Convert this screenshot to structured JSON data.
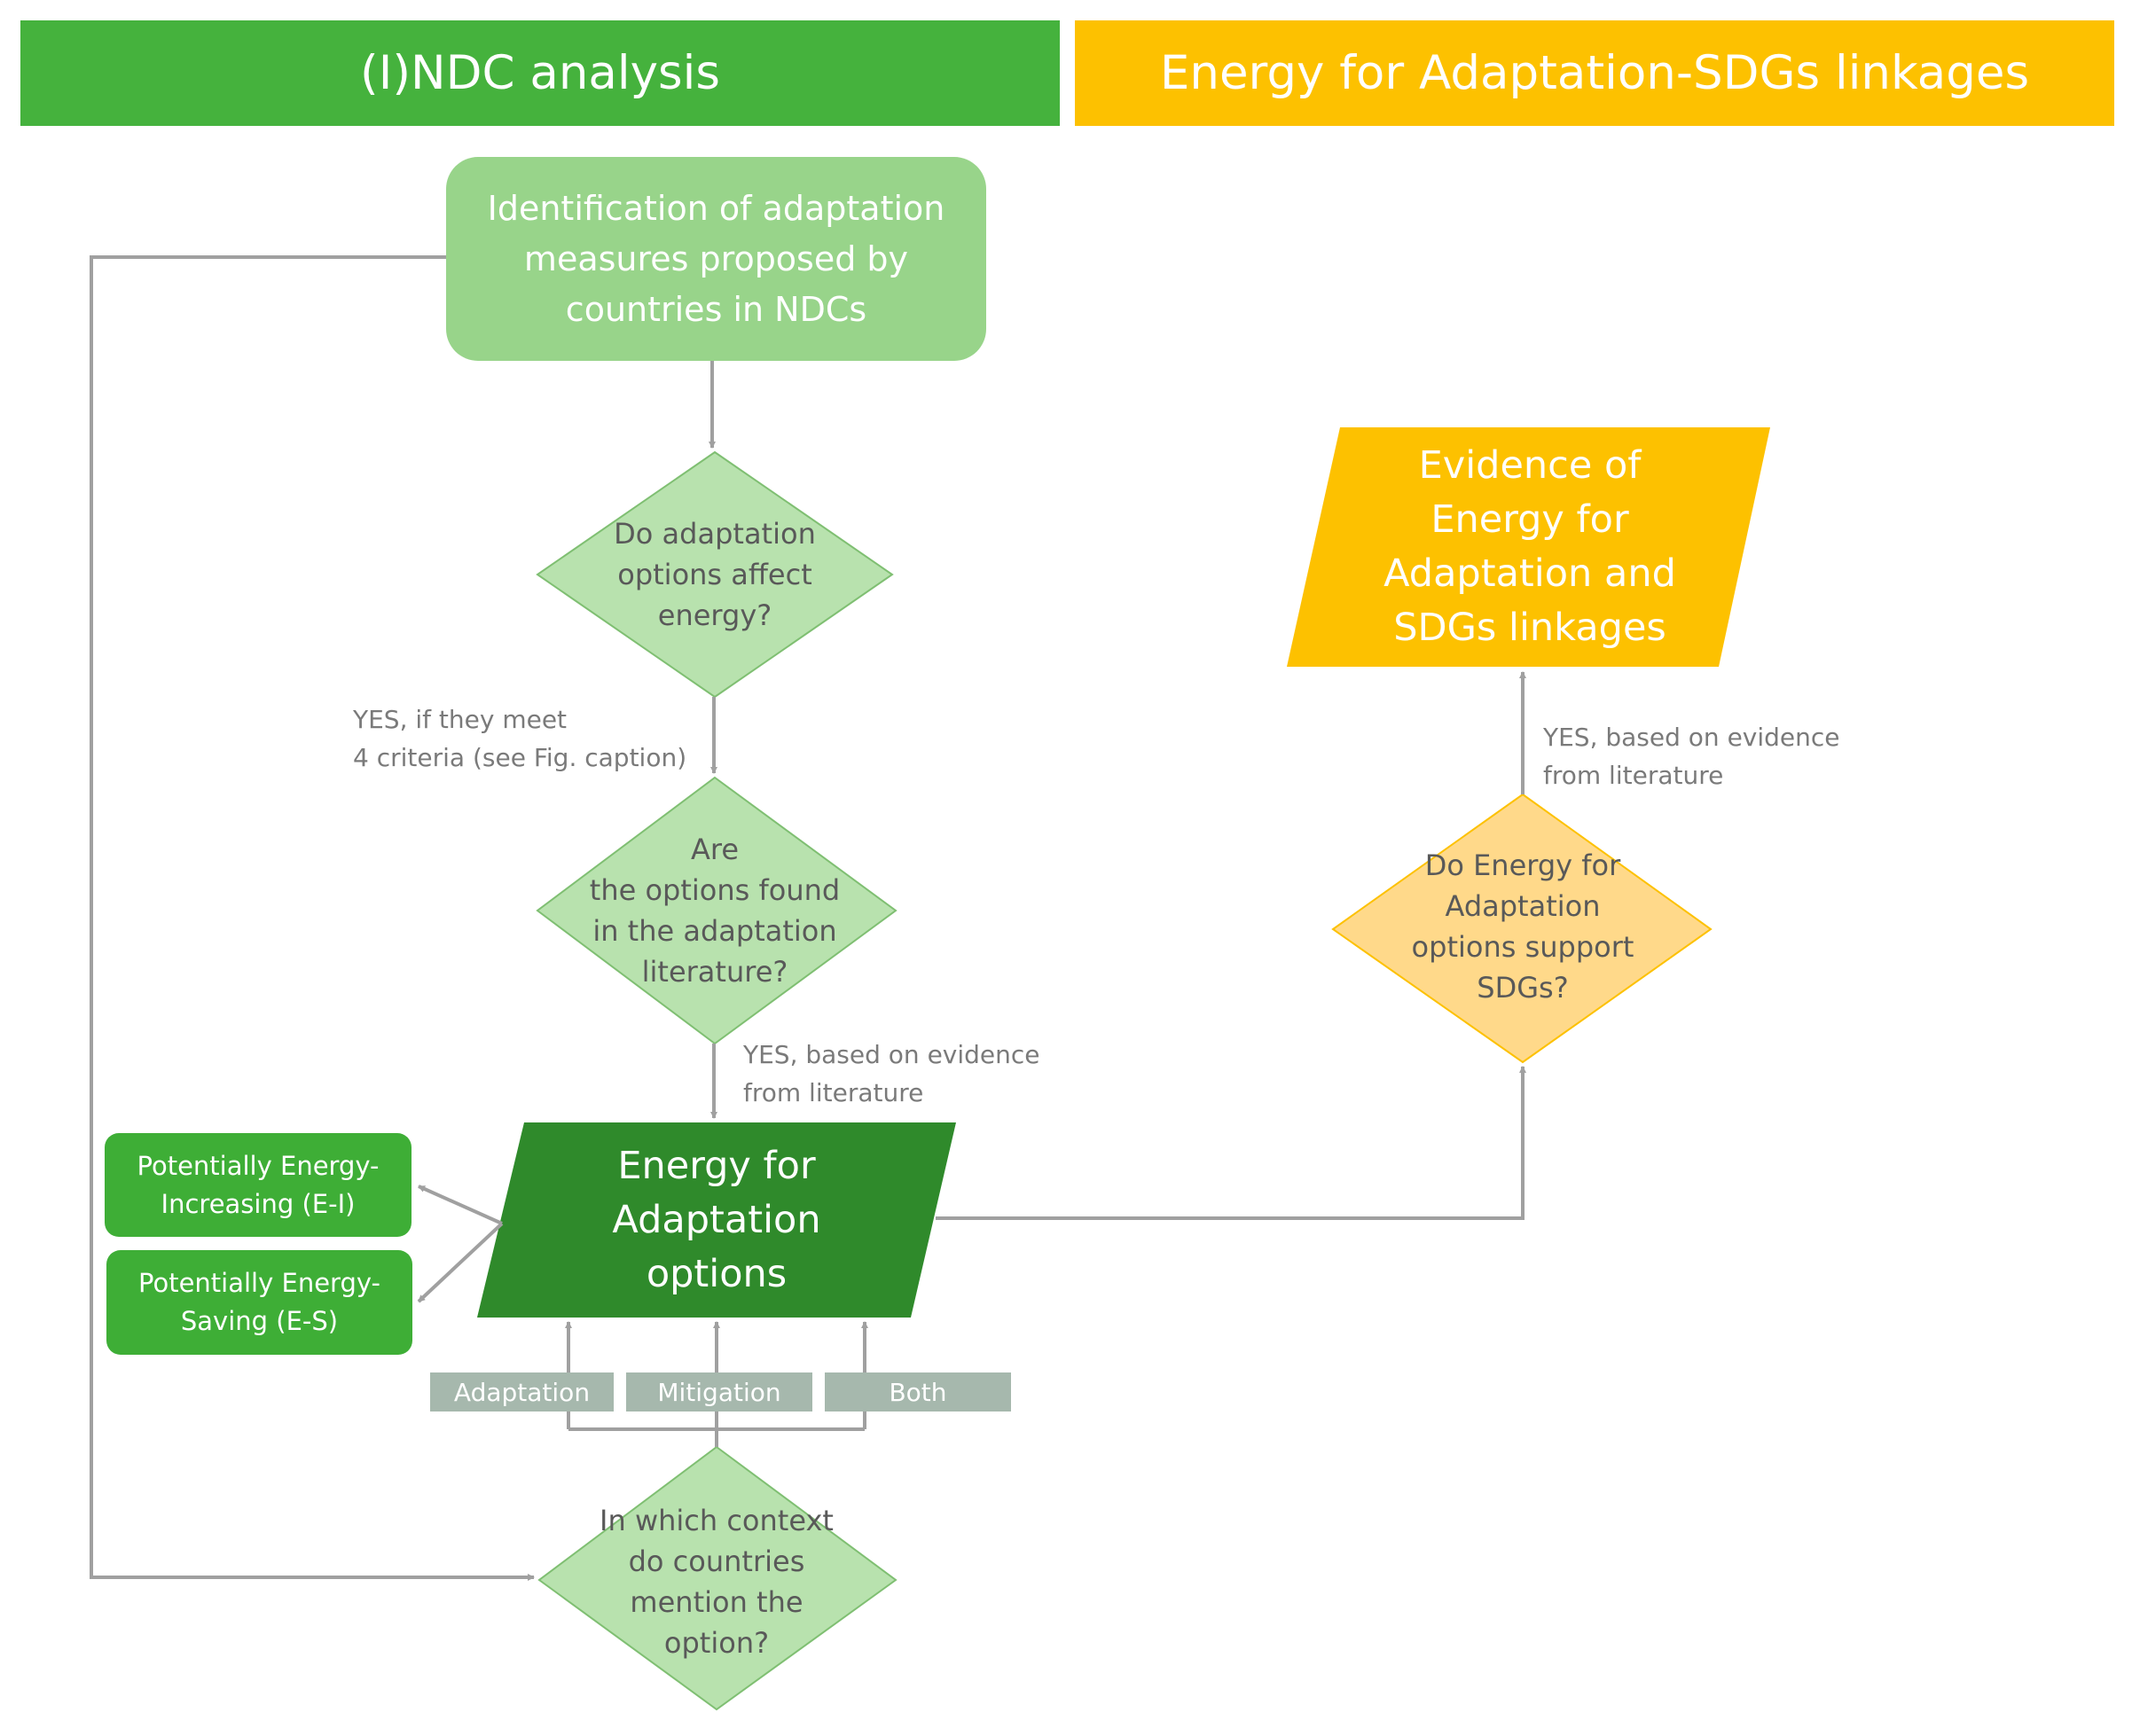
{
  "headers": {
    "left": "(I)NDC analysis",
    "right": "Energy for Adaptation-SDGs linkages"
  },
  "nodes": {
    "identification": "Identification of adaptation\nmeasures proposed by\ncountries in NDCs",
    "affect_energy": "Do adaptation\noptions affect\nenergy?",
    "found_literature": "Are\nthe options found\nin the adaptation\nliterature?",
    "energy_options": "Energy for\nAdaptation\noptions",
    "energy_increasing": "Potentially Energy-\nIncreasing (E-I)",
    "energy_saving": "Potentially Energy-\nSaving (E-S)",
    "context": "In which context\ndo countries\nmention the\noption?",
    "support_sdgs": "Do Energy for\nAdaptation\noptions support\nSDGs?",
    "evidence": "Evidence of\nEnergy for\nAdaptation and\nSDGs linkages"
  },
  "edge_labels": {
    "yes_criteria": "YES, if they meet\n4 criteria (see Fig. caption)",
    "yes_literature": "YES, based on evidence\nfrom literature",
    "yes_literature_right": "YES, based on evidence\nfrom literature"
  },
  "context_tags": [
    "Adaptation",
    "Mitigation",
    "Both"
  ],
  "colors": {
    "header_green": "#45b23d",
    "header_yellow": "#fdc100",
    "light_green": "#98d48a",
    "pale_green": "#b8e2ae",
    "dark_green": "#2f8a2b",
    "mid_green": "#3eae36",
    "gold": "#fdc100",
    "pale_yellow": "#ffd98a",
    "arrow_gray": "#a0a0a0",
    "tag_gray": "#a6b8ad"
  }
}
